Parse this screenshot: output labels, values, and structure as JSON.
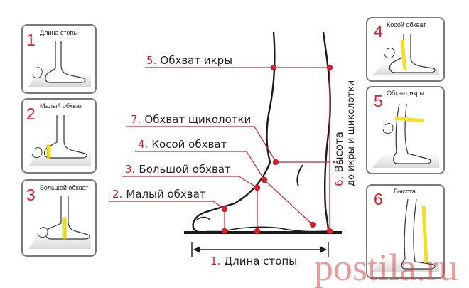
{
  "cards": [
    {
      "num": "1",
      "label": "Длина стопы"
    },
    {
      "num": "2",
      "label": "Малый обхват"
    },
    {
      "num": "3",
      "label": "Большой обхват"
    },
    {
      "num": "4",
      "label": "Косой обхват"
    },
    {
      "num": "5",
      "label": "Обхват икры"
    },
    {
      "num": "6",
      "label": "Высота"
    }
  ],
  "measures": {
    "calf": {
      "num": "5.",
      "label": "Обхват икры"
    },
    "ankle": {
      "num": "7.",
      "label": "Обхват щиколотки"
    },
    "oblique": {
      "num": "4.",
      "label": "Косой обхват"
    },
    "big": {
      "num": "3.",
      "label": "Большой обхват"
    },
    "small": {
      "num": "2.",
      "label": "Малый обхват"
    },
    "length": {
      "num": "1.",
      "label": "Длина стопы"
    },
    "height": {
      "num": "6.",
      "label": "Высота",
      "label2": "до икры и щиколотки"
    }
  },
  "watermark": "postila.ru",
  "colors": {
    "accent": "#d3222a",
    "line": "#1a1a1a",
    "tape": "#f3e21a"
  }
}
